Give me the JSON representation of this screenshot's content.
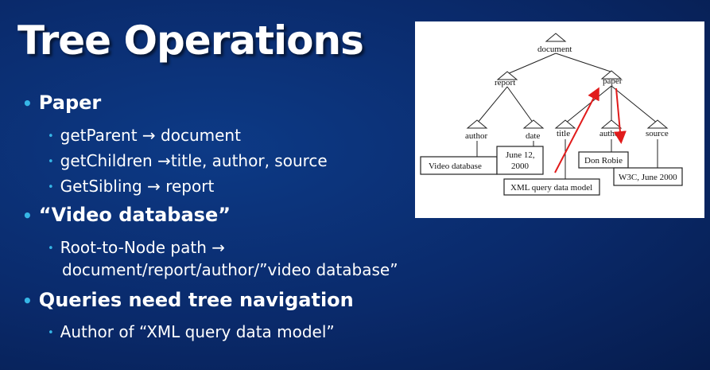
{
  "slide": {
    "title": "Tree Operations",
    "bullets": [
      {
        "text": "Paper",
        "level": 1
      },
      {
        "text": "getParent → document",
        "level": 2
      },
      {
        "text": "getChildren →title, author, source",
        "level": 2
      },
      {
        "text": "GetSibling → report",
        "level": 2
      },
      {
        "text": "“Video database”",
        "level": 1
      },
      {
        "text": "Root-to-Node path →",
        "level": 2
      },
      {
        "text": "document/report/author/”video database”",
        "level": 2,
        "continuation": true
      },
      {
        "text": "Queries need tree navigation",
        "level": 1
      },
      {
        "text": "Author of “XML query data model”",
        "level": 2
      }
    ]
  },
  "tree": {
    "nodes": {
      "document": "document",
      "report": "report",
      "paper": "paper",
      "report_author": "author",
      "report_date": "date",
      "paper_title": "title",
      "paper_author": "author",
      "paper_source": "source"
    },
    "values": {
      "video_database": "Video database",
      "date_line1": "June 12,",
      "date_line2": "2000",
      "title_value": "XML query data model",
      "author_value": "Don Robie",
      "source_value": "W3C, June 2000"
    },
    "arrow_color": "#e11b1b"
  }
}
